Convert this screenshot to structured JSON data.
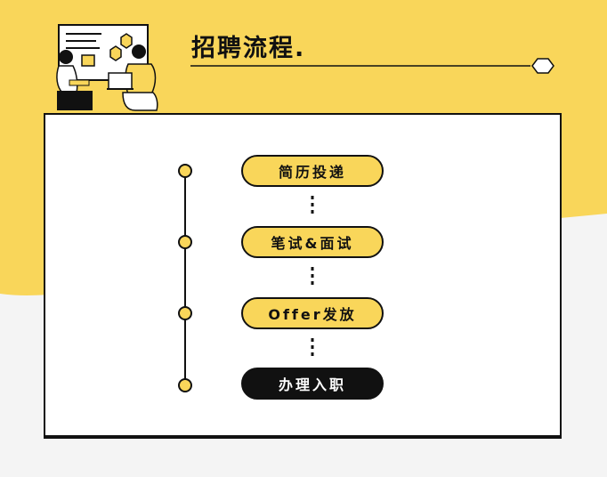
{
  "title": "招聘流程.",
  "colors": {
    "accent": "#f9d65a",
    "dark": "#111111",
    "background": "#f4f4f4",
    "card": "#ffffff"
  },
  "steps": [
    {
      "label": "简历投递"
    },
    {
      "label": "笔试&面试"
    },
    {
      "label": "Offer发放"
    },
    {
      "label": "办理入职"
    }
  ]
}
